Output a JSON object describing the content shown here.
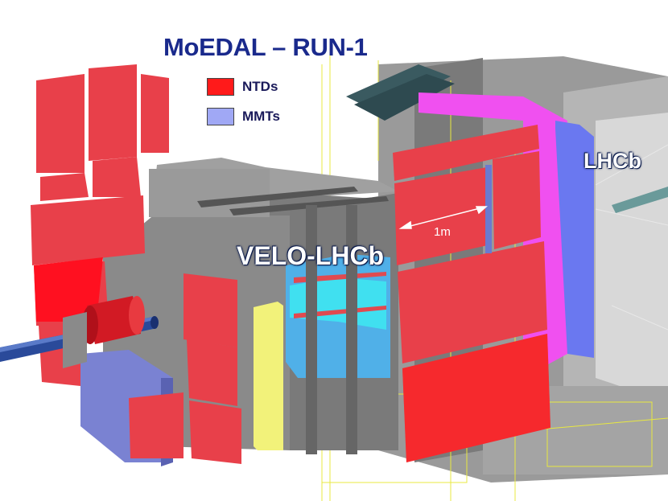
{
  "title": "MoEDAL – RUN-1",
  "legend": [
    {
      "label": "NTDs",
      "color": "#ff1a1a"
    },
    {
      "label": "MMTs",
      "color": "#a0a8f5"
    }
  ],
  "labels": {
    "velo": "VELO-LHCb",
    "lhcb": "LHCb",
    "dimension": "1m"
  },
  "colors": {
    "ntd_panel": "#e8404a",
    "ntd_panel_dark": "#b02a30",
    "mmt_panel": "#7880d0",
    "detector_grey": "#8a8a8a",
    "velo_blue": "#4aa8e8",
    "yellow_block": "#f0f070",
    "magenta": "#f050f0",
    "beam_pipe": "#2a4a9a"
  },
  "icons": [
    "beam-pipe-graphic",
    "dimension-arrow-icon"
  ]
}
